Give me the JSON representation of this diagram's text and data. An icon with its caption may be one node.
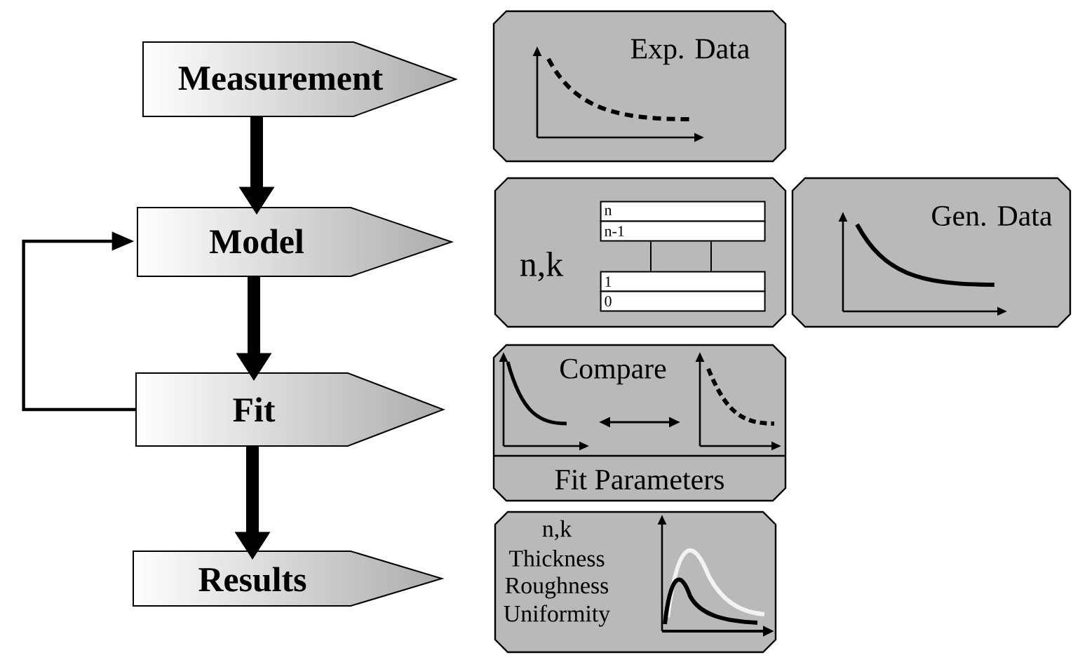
{
  "diagram": {
    "nodes": [
      {
        "text": [
          "Measurement"
        ]
      },
      {
        "text": [
          "Model"
        ]
      },
      {
        "text": [
          "Fit"
        ]
      },
      {
        "text": [
          "Results"
        ]
      },
      {
        "text": [
          "Exp. Data"
        ]
      },
      {
        "text": [
          "n,k"
        ]
      },
      {
        "text": [
          "n"
        ],
        "in": 5
      },
      {
        "text": [
          "n-1"
        ],
        "in": 5
      },
      {
        "text": [
          "1"
        ],
        "in": 5
      },
      {
        "text": [
          "0"
        ],
        "in": 5
      },
      {
        "text": [
          "Gen. Data"
        ]
      },
      {
        "text": [
          "Compare",
          "Fit Parameters"
        ]
      },
      {
        "text": [
          "n,k",
          "Thickness",
          "Roughness",
          "Uniformity"
        ]
      }
    ],
    "edges": [
      {
        "from": 0,
        "to": 1,
        "arrow": "to",
        "style": "thick"
      },
      {
        "from": 1,
        "to": 2,
        "arrow": "to",
        "style": "thick"
      },
      {
        "from": 2,
        "to": 3,
        "arrow": "to",
        "style": "thick"
      },
      {
        "from": 2,
        "to": 1,
        "arrow": "to"
      },
      {
        "from": 7,
        "to": 8,
        "arrow": "none"
      },
      {
        "from": 7,
        "to": 8,
        "arrow": "none"
      }
    ]
  }
}
